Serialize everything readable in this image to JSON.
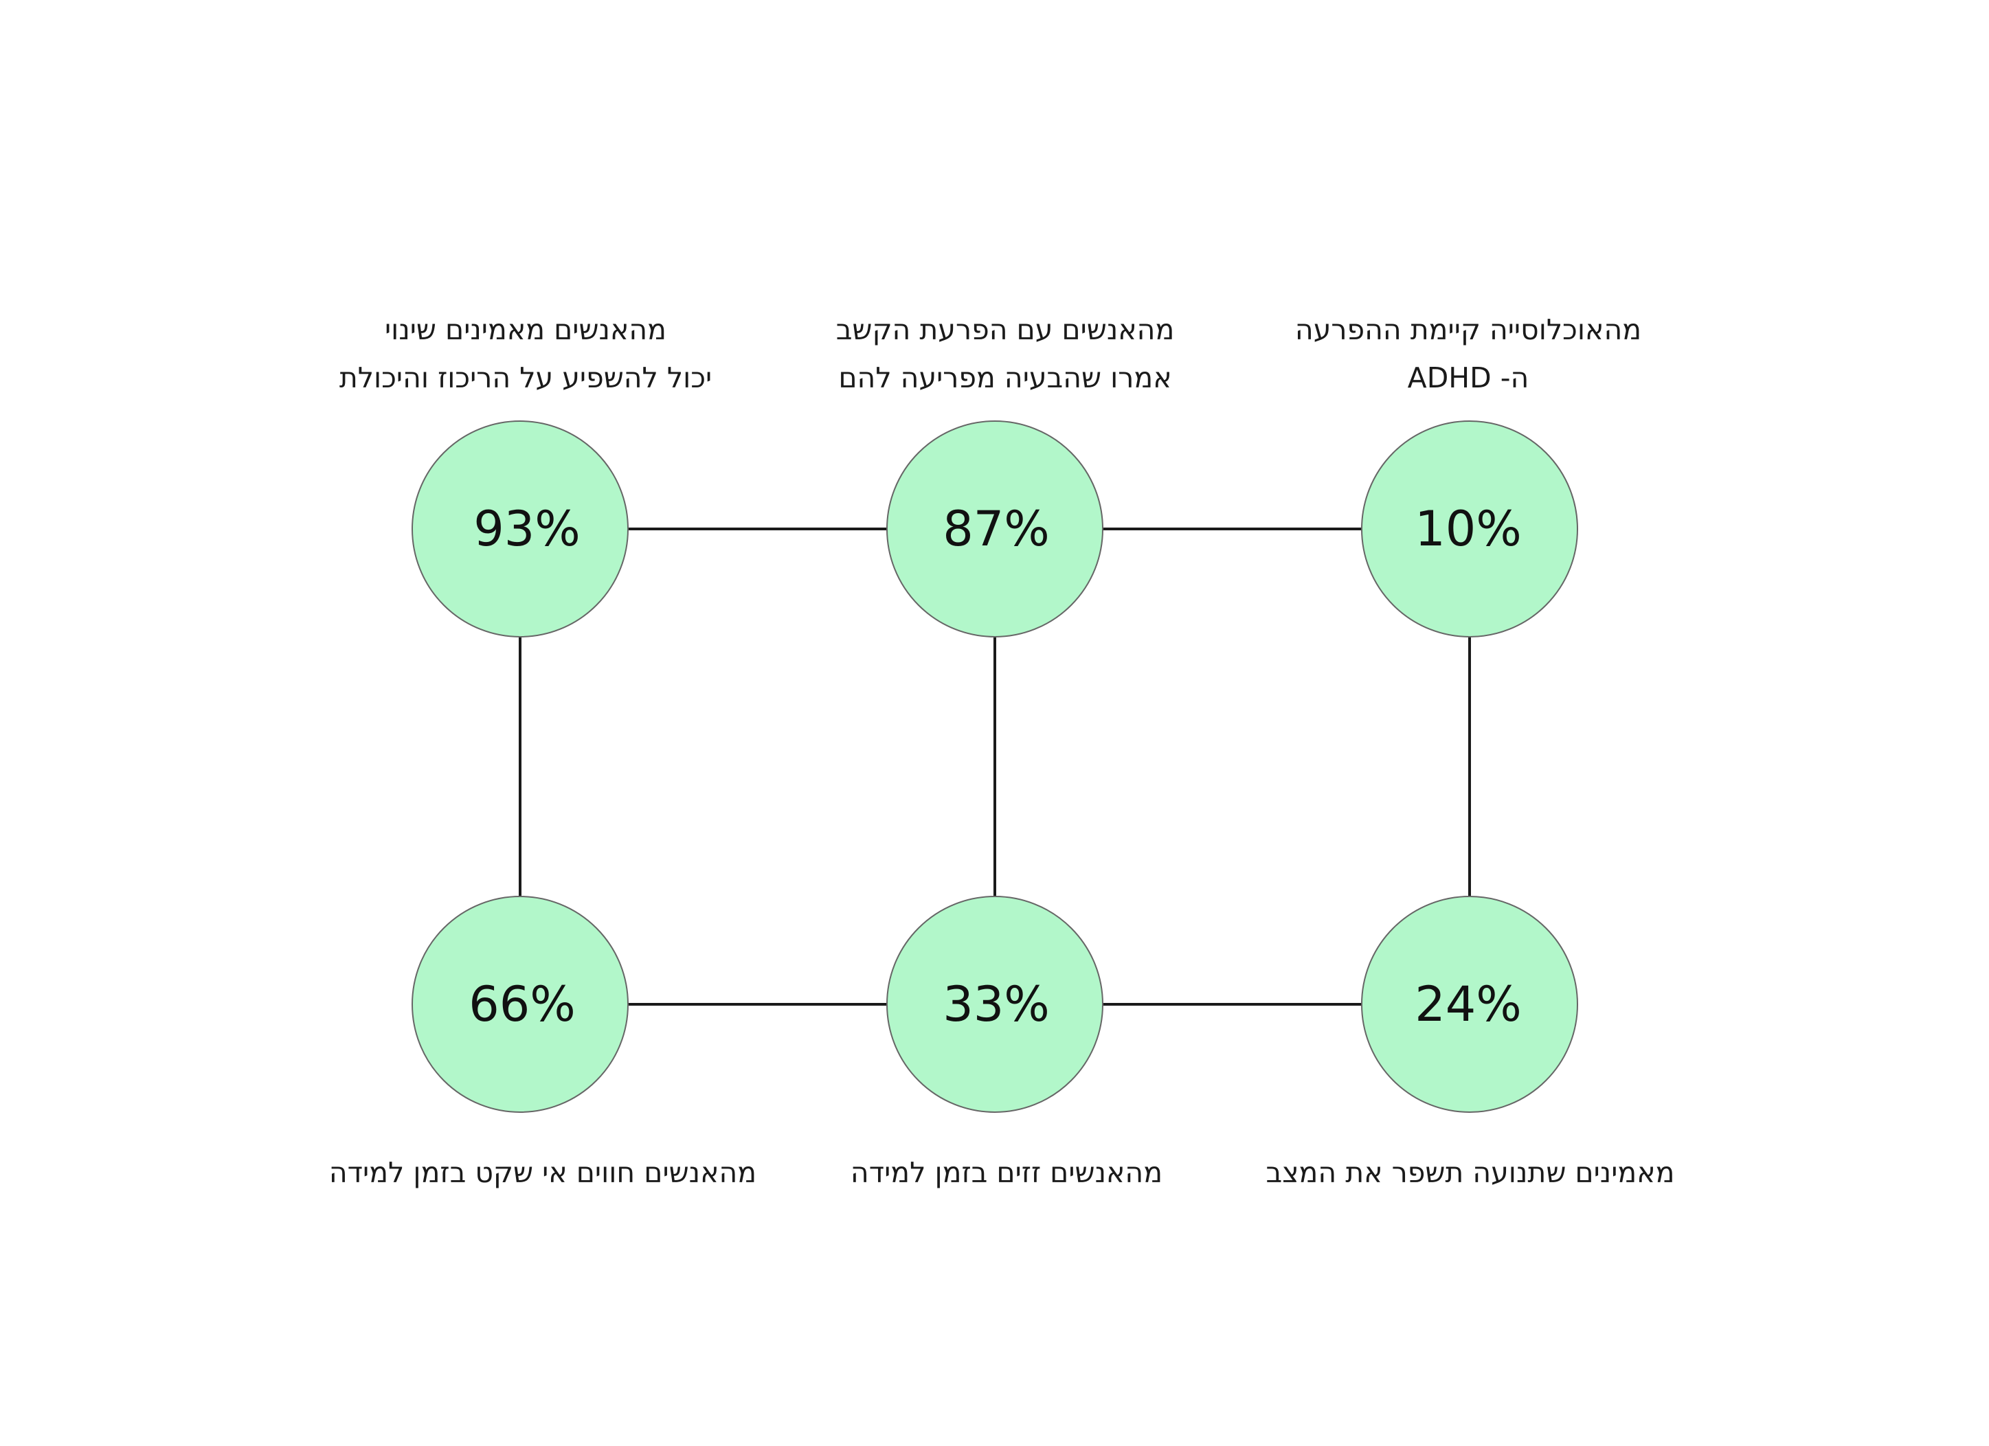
{
  "colors": {
    "node_fill": "#b2f7ca",
    "node_stroke": "#666666",
    "connector": "#1a1a1a",
    "text": "#111111"
  },
  "nodes": {
    "n93": {
      "value": "93%",
      "caption_line1": "מהאנשים מאמינים שינוי",
      "caption_line2": "יכול להשפיע על הריכוז והיכולת"
    },
    "n87": {
      "value": "87%",
      "caption_line1": "מהאנשים עם הפרעת הקשב",
      "caption_line2": "אמרו שהבעיה מפריעה להם"
    },
    "n10": {
      "value": "10%",
      "caption_line1": "מהאוכלוסייה קיימת ההפרעה",
      "caption_line2": "ה- ADHD"
    },
    "n66": {
      "value": "66%",
      "caption_line1": "מהאנשים חווים אי שקט בזמן למידה"
    },
    "n33": {
      "value": "33%",
      "caption_line1": "מהאנשים זזים בזמן למידה"
    },
    "n24": {
      "value": "24%",
      "caption_line1": "מאמינים שתנועה תשפר את המצב"
    }
  }
}
